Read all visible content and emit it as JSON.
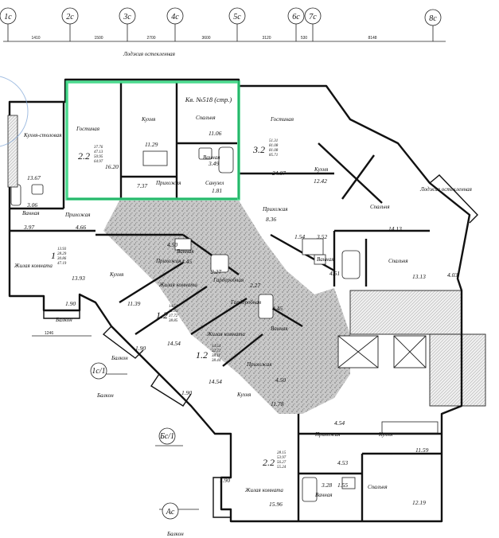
{
  "axes_top": [
    "1c",
    "2c",
    "3c",
    "4c",
    "5c",
    "6c",
    "7c",
    "8c"
  ],
  "axes_side": [
    "1с/1",
    "Бс/1",
    "Ac"
  ],
  "dimensions_top": [
    "1410",
    "1500",
    "2700",
    "3600",
    "3120",
    "530",
    "8148"
  ],
  "side_dim": "1246",
  "highlight": {
    "title": "Кв. №518 (стр.)",
    "color": "#2bd47a"
  },
  "labels": {
    "loggia": "Лоджия остекленная",
    "balcony": "Балкон",
    "kitchen_dining": "Кухня-столовая",
    "living": "Гостиная",
    "kitchen": "Кухня",
    "bedroom": "Спальня",
    "bath": "Ванная",
    "wc": "Санузел",
    "hall": "Прихожая",
    "living_room": "Жилая комната",
    "wardrobe": "Гардеробная",
    "one": "1",
    "one_two": "1.2",
    "two_two": "2.2",
    "three_two": "3.2"
  },
  "numbers": {
    "a1": "13.67",
    "a2": "3.06",
    "a3": "3.97",
    "a4": "13.93",
    "a5": "1.90",
    "a6": "4.66",
    "b1": "11.29",
    "b2": "11.06",
    "b3": "3.49",
    "b4": "16.20",
    "b5": "7.37",
    "b6": "1.81",
    "c1": "24.07",
    "c2": "12.42",
    "c3": "14.13",
    "c4": "8.36",
    "c5": "1.54",
    "c6": "3.52",
    "c7": "4.51",
    "c8": "13.13",
    "c9": "4.03",
    "d1": "4.50",
    "d2": "4.45",
    "d3": "2.27",
    "d4": "11.39",
    "d5": "14.54",
    "d6": "1.90",
    "e1": "2.27",
    "e2": "4.45",
    "e3": "14.54",
    "e4": "4.50",
    "e5": "11.78",
    "e6": "1.90",
    "f1": "4.54",
    "f2": "11.59",
    "f3": "4.53",
    "f4": "3.28",
    "f5": "1.55",
    "f6": "15.96",
    "f7": "12.19",
    "f8": "1.90"
  },
  "stats": {
    "s518": [
      "37.76",
      "47.13",
      "50.95",
      "64.97"
    ],
    "s32": [
      "51.31",
      "81.08",
      "81.08",
      "85.71"
    ],
    "s1a": [
      "13.93",
      "28.29",
      "30.86",
      "47.19"
    ],
    "s12a": [
      "14.54",
      "32.81",
      "37.72",
      "38.85"
    ],
    "s12b": [
      "14.54",
      "32.71",
      "38.11",
      "38.44"
    ],
    "s22": [
      "28.15",
      "53.97",
      "56.27",
      "55.24"
    ]
  }
}
